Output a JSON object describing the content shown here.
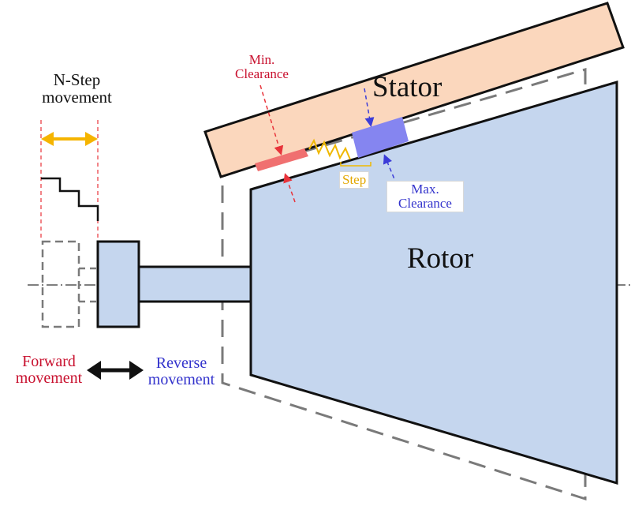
{
  "labels": {
    "stator": "Stator",
    "rotor": "Rotor",
    "nstep_line1": "N-Step",
    "nstep_line2": "movement",
    "min_line1": "Min.",
    "min_line2": "Clearance",
    "max_line1": "Max.",
    "max_line2": "Clearance",
    "step": "Step",
    "forward_line1": "Forward",
    "forward_line2": "movement",
    "reverse_line1": "Reverse",
    "reverse_line2": "movement"
  },
  "colors": {
    "stator_fill": "#fbd7bd",
    "rotor_fill": "#c5d6ee",
    "min_clearance": "#e8333a",
    "min_clearance_patch": "#f07070",
    "max_clearance": "#3c3cd8",
    "max_clearance_patch": "#8585f0",
    "step_zigzag": "#f0b800",
    "nstep_arrow": "#f5b400",
    "dashed_outline": "#7a7a7a"
  },
  "icons": {
    "nstep_arrow": "double-headed-arrow-icon",
    "movement_arrow": "double-headed-arrow-icon"
  }
}
